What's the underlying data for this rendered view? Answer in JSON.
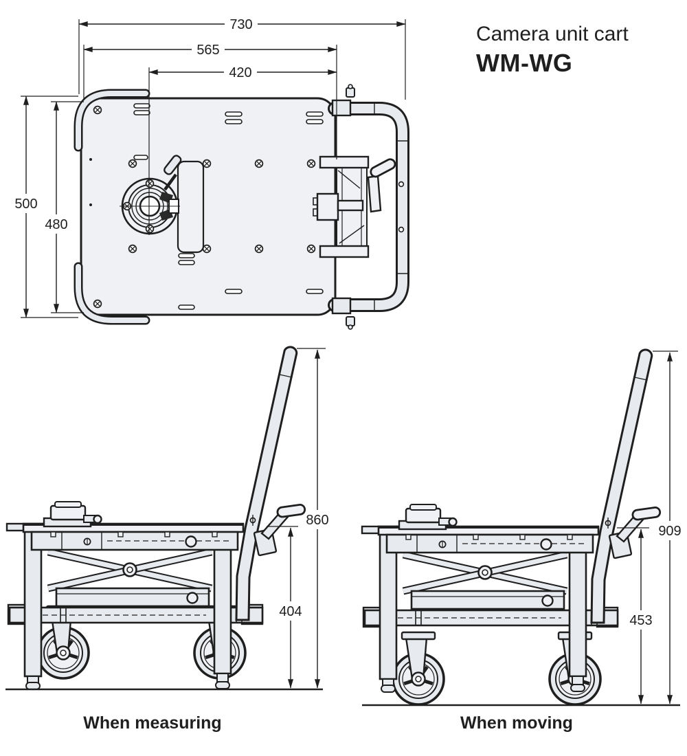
{
  "title": {
    "product": "Camera unit cart",
    "model": "WM-WG"
  },
  "top_view": {
    "dim_width_outer": "730",
    "dim_width_mid": "565",
    "dim_width_inner": "420",
    "dim_depth_outer": "500",
    "dim_depth_inner": "480"
  },
  "side_view_measuring": {
    "caption": "When measuring",
    "dim_overall_height": "860",
    "dim_table_height": "404"
  },
  "side_view_moving": {
    "caption": "When moving",
    "dim_overall_height": "909",
    "dim_table_height": "453"
  },
  "colors": {
    "ink": "#1f1f1f",
    "plate_fill": "#eff1f4",
    "part_fill": "#e7eaee",
    "background": "#ffffff"
  }
}
